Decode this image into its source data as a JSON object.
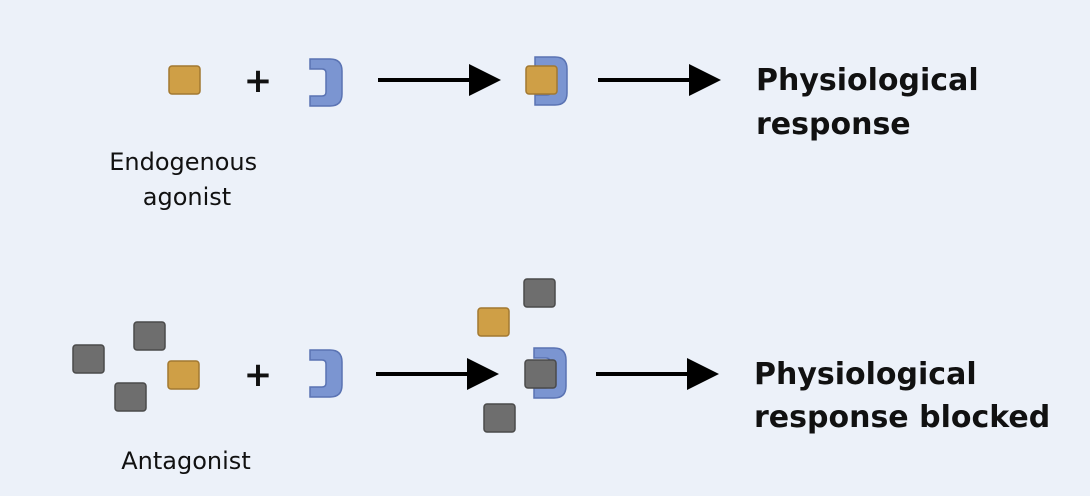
{
  "colors": {
    "background": "#ecf1f9",
    "agonist": "#cf9f46",
    "agonist_stroke": "#a27830",
    "antagonist": "#6e6e6e",
    "antagonist_stroke": "#4a4a4a",
    "receptor": "#7b95d1",
    "receptor_stroke": "#5a73b3",
    "arrow": "#000000"
  },
  "symbols": {
    "plus": "+"
  },
  "rows": [
    {
      "caption_lines": [
        "Endogenous",
        "agonist"
      ],
      "result_lines": [
        "Physiological",
        "response"
      ]
    },
    {
      "caption_lines": [
        "Antagonist"
      ],
      "result_lines": [
        "Physiological",
        "response blocked"
      ]
    }
  ]
}
